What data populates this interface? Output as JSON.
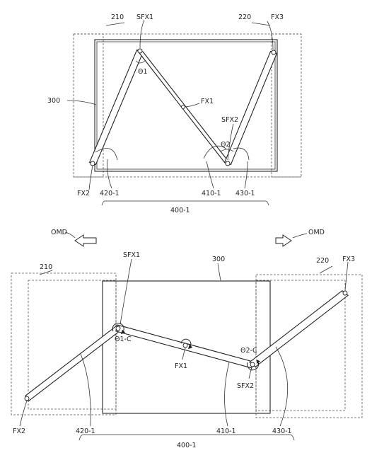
{
  "top_figure": {
    "labels": {
      "housing_left": "210",
      "housing_right": "220",
      "display": "300",
      "fx1": "FX1",
      "fx2": "FX2",
      "fx3": "FX3",
      "sfx1": "SFX1",
      "sfx2": "SFX2",
      "theta1": "Θ1",
      "theta2": "Θ2",
      "link_420": "420-1",
      "link_410": "410-1",
      "link_430": "430-1",
      "assembly": "400-1"
    }
  },
  "bottom_figure": {
    "labels": {
      "direction_left": "OMD",
      "direction_right": "OMD",
      "housing_left": "210",
      "housing_right": "220",
      "display": "300",
      "fx1": "FX1",
      "fx2": "FX2",
      "fx3": "FX3",
      "sfx1": "SFX1",
      "sfx2": "SFX2",
      "theta1c": "Θ1-C",
      "theta2c": "Θ2-C",
      "link_420": "420-1",
      "link_410": "410-1",
      "link_430": "430-1",
      "assembly": "400-1"
    }
  }
}
